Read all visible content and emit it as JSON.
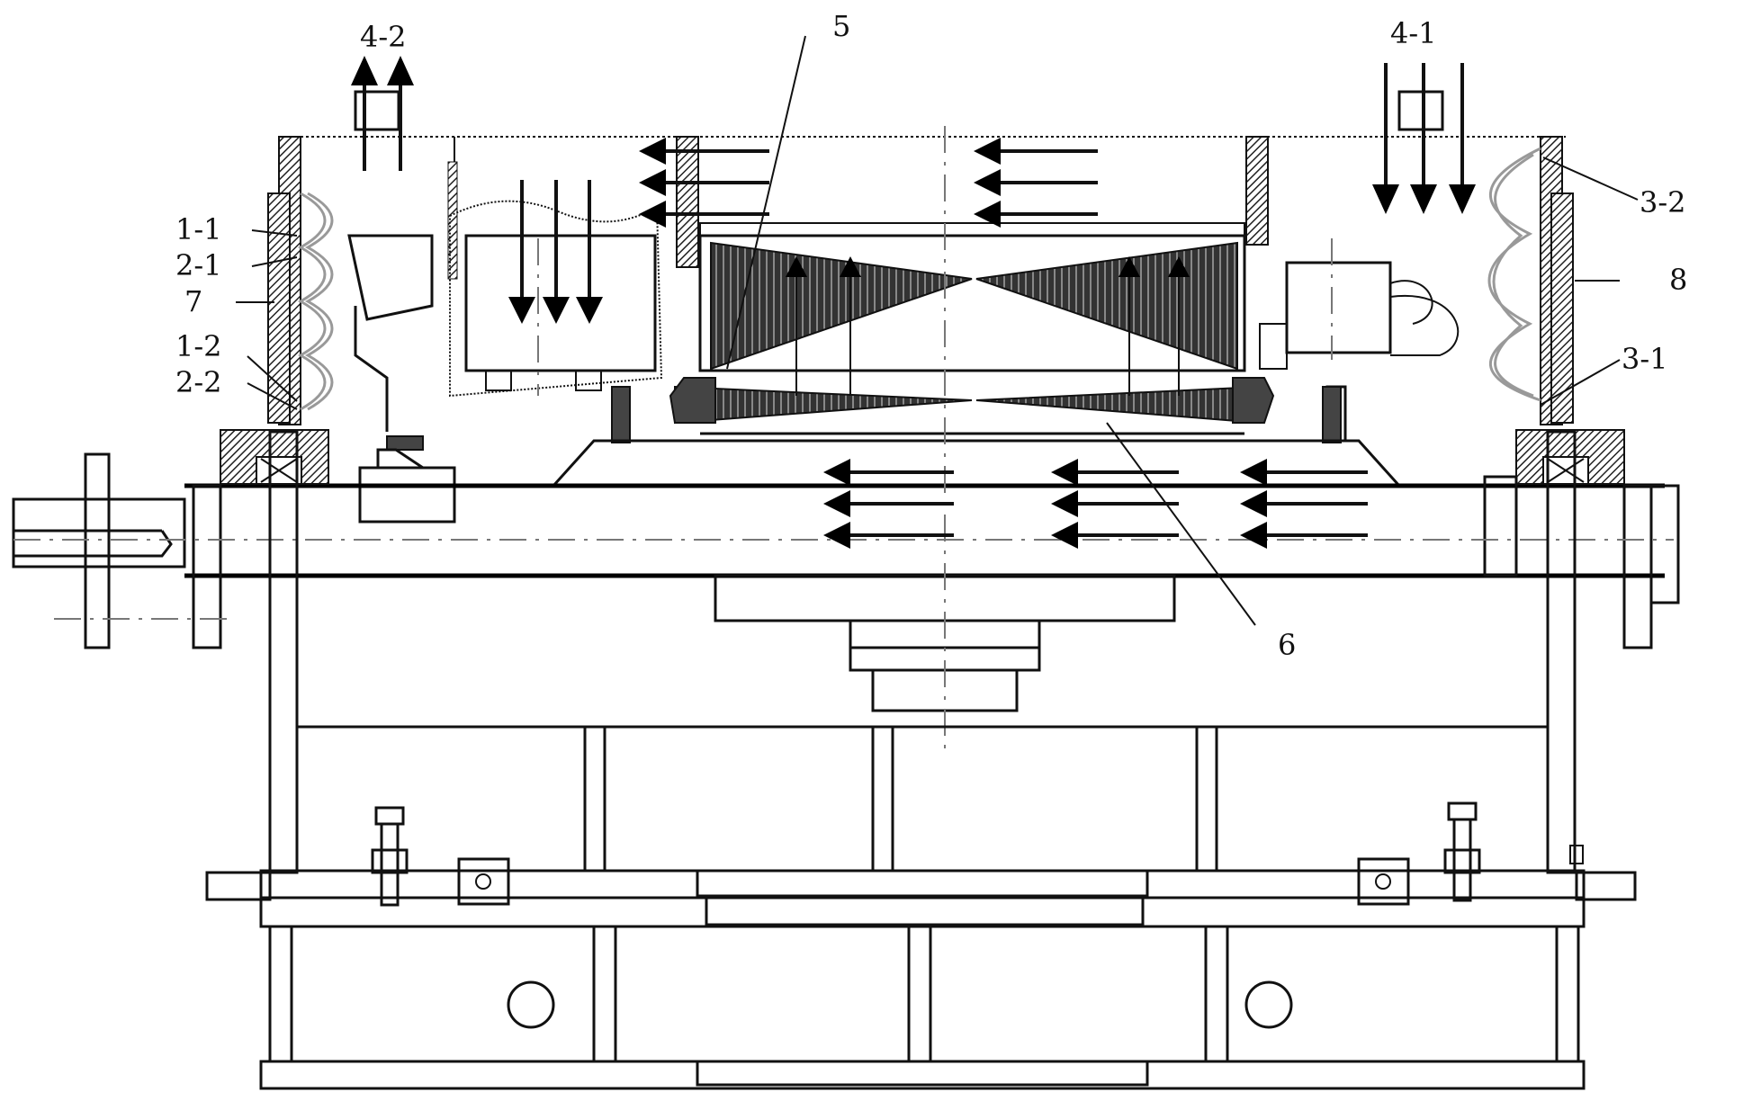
{
  "labels": {
    "l_4_2": "4-2",
    "l_5": "5",
    "l_4_1": "4-1",
    "l_1_1": "1-1",
    "l_2_1": "2-1",
    "l_7": "7",
    "l_1_2": "1-2",
    "l_2_2": "2-2",
    "l_3_2": "3-2",
    "l_8": "8",
    "l_3_1": "3-1",
    "l_6": "6"
  },
  "colors": {
    "line": "#111111",
    "hatch": "#444444",
    "arrow": "#000000",
    "centerline": "#777777",
    "bellows": "#999999"
  },
  "icons": [
    "airflow-arrow-up",
    "airflow-arrow-down",
    "airflow-arrow-left",
    "bolt",
    "bellows-seal"
  ]
}
